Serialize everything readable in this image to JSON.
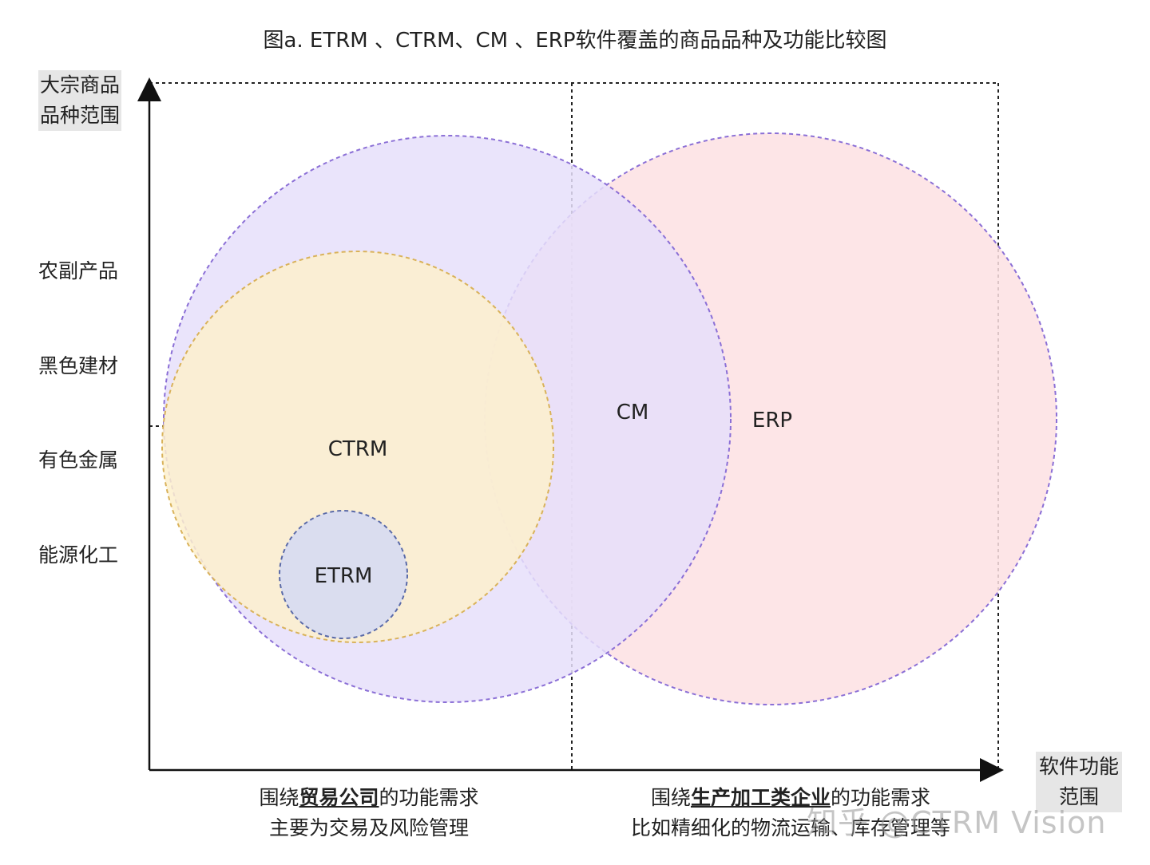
{
  "title": "图a. ETRM 、CTRM、CM 、ERP软件覆盖的商品品种及功能比较图",
  "y_axis": {
    "title_line1": "大宗商品",
    "title_line2": "品种范围",
    "categories": [
      "农副产品",
      "黑色建材",
      "有色金属",
      "能源化工"
    ]
  },
  "x_axis": {
    "title_line1": "软件功能",
    "title_line2": "范围"
  },
  "captions": {
    "left": {
      "pre": "围绕",
      "bold": "贸易公司",
      "post": "的功能需求",
      "line2": "主要为交易及风险管理"
    },
    "right": {
      "pre": "围绕",
      "bold": "生产加工类企业",
      "post": "的功能需求",
      "line2": "比如精细化的物流运输、库存管理等"
    }
  },
  "circles": {
    "cm": {
      "label": "CM",
      "fill": "#e6dffa",
      "stroke": "#8b6fd6"
    },
    "erp": {
      "label": "ERP",
      "fill": "#fde0e3",
      "stroke": "#8b6fd6"
    },
    "ctrm": {
      "label": "CTRM",
      "fill": "#fdf0cd",
      "stroke": "#d9b25a"
    },
    "etrm": {
      "label": "ETRM",
      "fill": "#d3d9f3",
      "stroke": "#5a6aa8"
    }
  },
  "watermark": "知乎 @CTRM Vision"
}
